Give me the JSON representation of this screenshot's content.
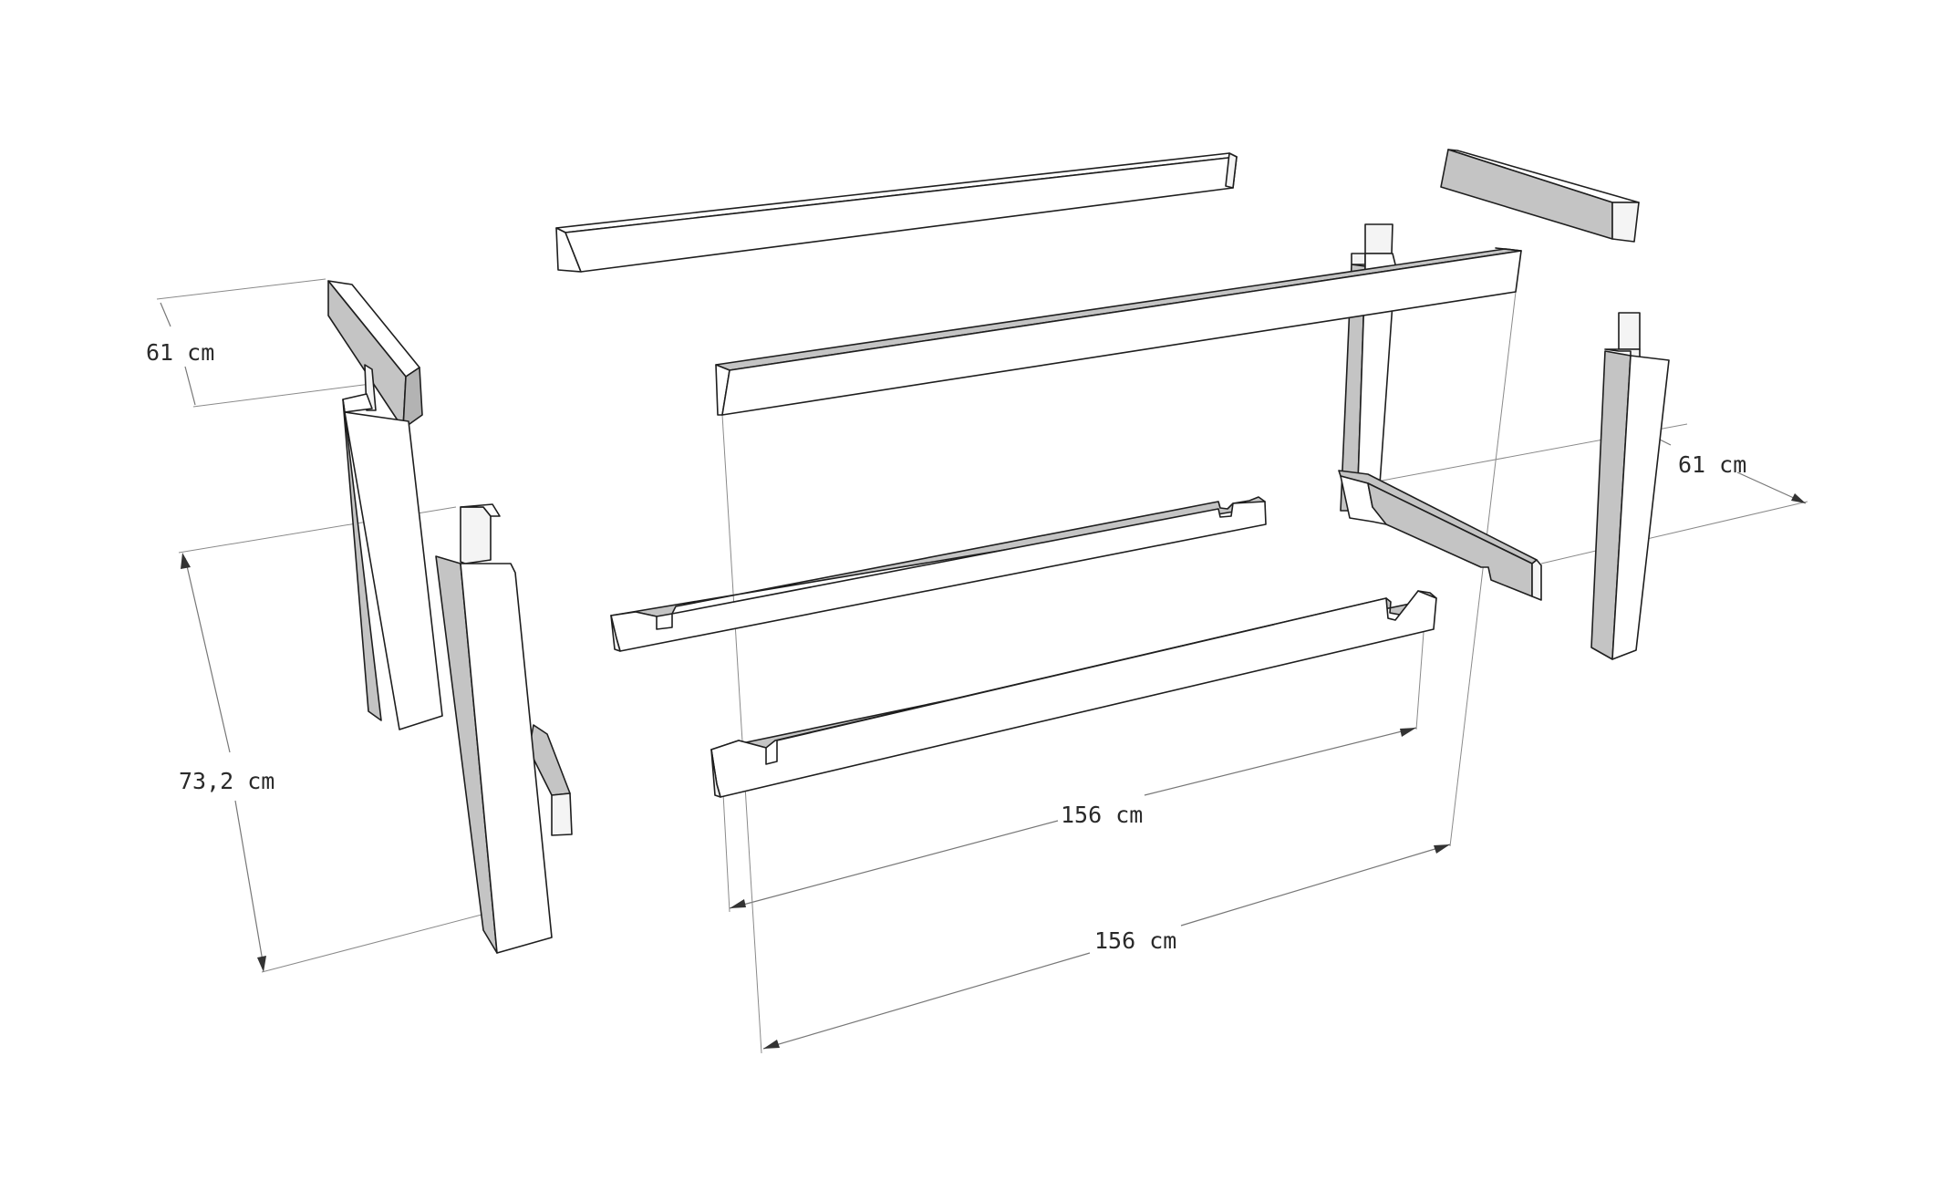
{
  "colors": {
    "background": "#ffffff",
    "outline": "#1e1e1e",
    "light_face": "#ffffff",
    "shaded_face": "#c4c4c4",
    "dimension_line": "#777777"
  },
  "dimensions": {
    "left_top_depth": "61 cm",
    "leg_height": "73,2 cm",
    "lower_rail_length": "156 cm",
    "top_rail_length": "156 cm",
    "right_depth": "61 cm"
  },
  "parts": [
    "top-left-long-beam",
    "top-right-short-beam",
    "front-top-apron",
    "middle-long-rail",
    "lower-long-rail",
    "left-top-short-beam",
    "left-rear-leg",
    "left-front-leg",
    "left-lower-stretcher",
    "right-rear-leg",
    "right-front-leg",
    "right-stretcher"
  ]
}
